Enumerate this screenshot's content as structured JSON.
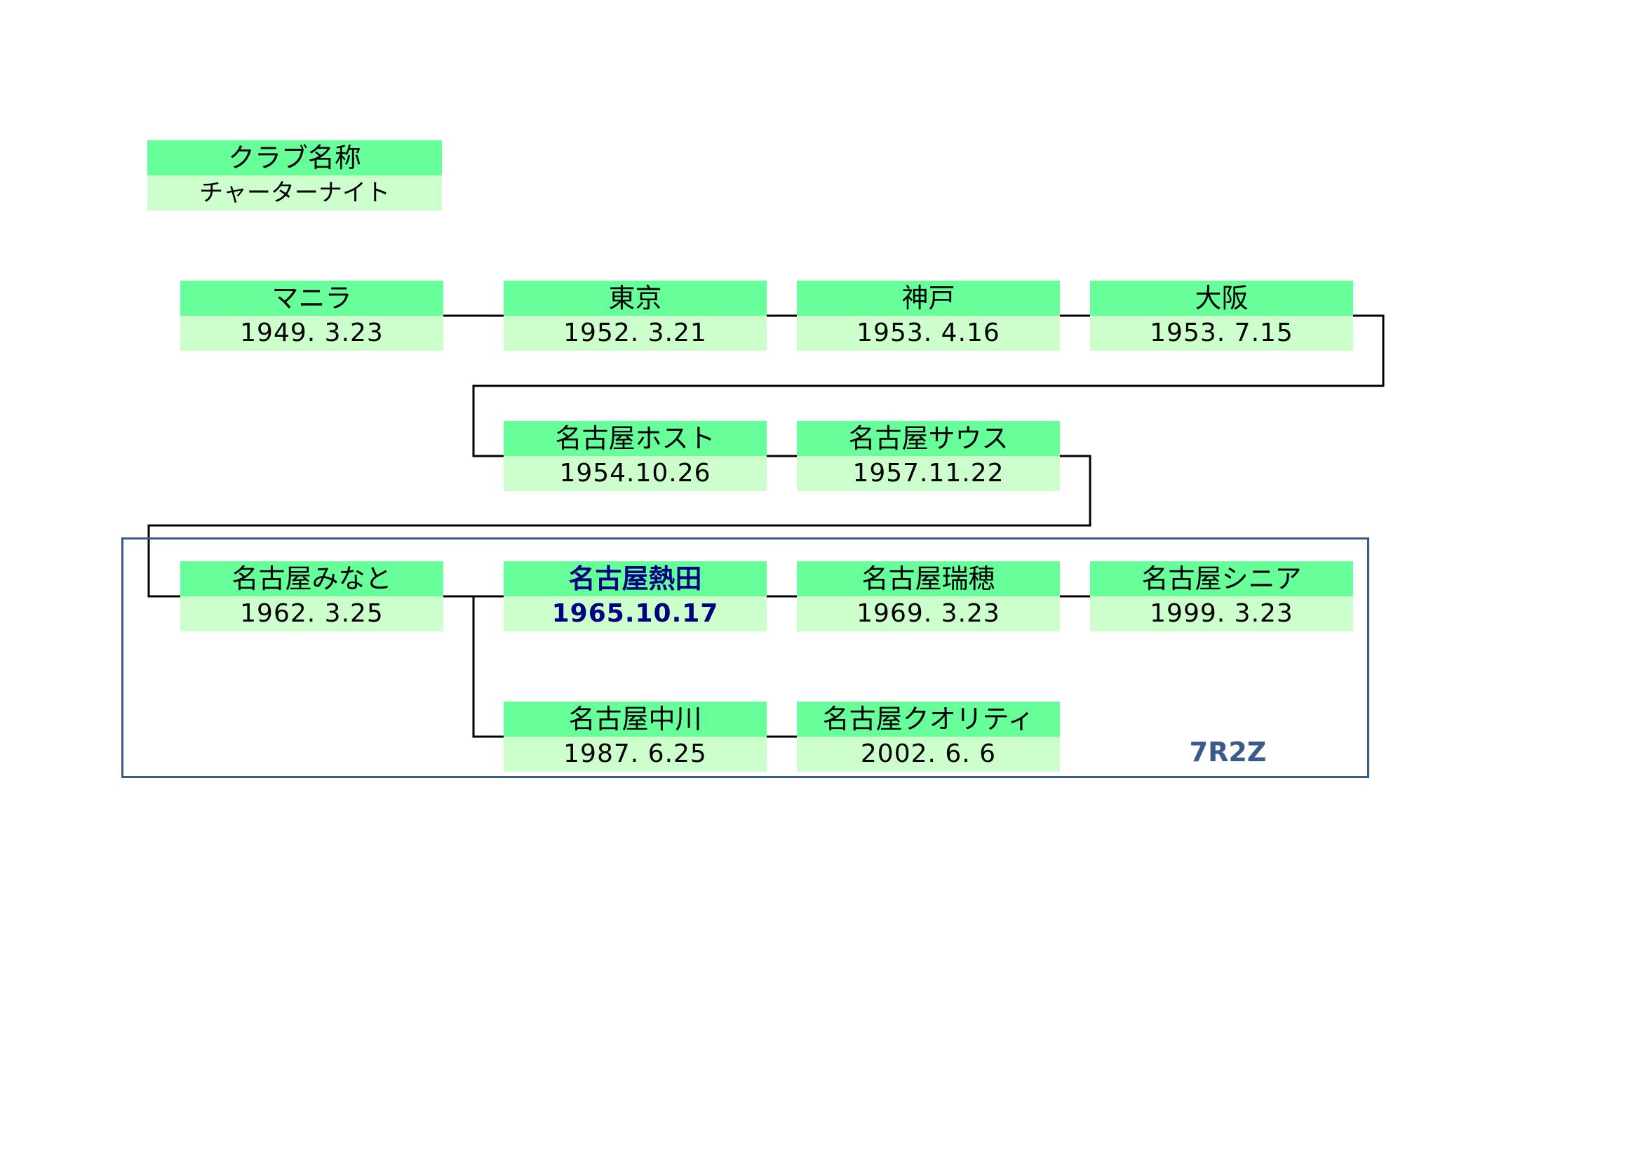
{
  "legend": {
    "name_label": "クラブ名称",
    "date_label": "チャーターナイト"
  },
  "clubs": [
    {
      "name": "マニラ",
      "date": "1949. 3.23"
    },
    {
      "name": "東京",
      "date": "1952. 3.21"
    },
    {
      "name": "神戸",
      "date": "1953. 4.16"
    },
    {
      "name": "大阪",
      "date": "1953. 7.15"
    },
    {
      "name": "名古屋ホスト",
      "date": "1954.10.26"
    },
    {
      "name": "名古屋サウス",
      "date": "1957.11.22"
    },
    {
      "name": "名古屋みなと",
      "date": "1962. 3.25"
    },
    {
      "name": "名古屋熱田",
      "date": "1965.10.17"
    },
    {
      "name": "名古屋瑞穂",
      "date": "1969. 3.23"
    },
    {
      "name": "名古屋シニア",
      "date": "1999. 3.23"
    },
    {
      "name": "名古屋中川",
      "date": "1987. 6.25"
    },
    {
      "name": "名古屋クオリティ",
      "date": "2002. 6. 6"
    }
  ],
  "district_code": "7R2Z",
  "colors": {
    "name_bg": "#66ff99",
    "date_bg": "#ccffcc",
    "highlight_text": "#000080",
    "frame": "#3a5a8c"
  }
}
